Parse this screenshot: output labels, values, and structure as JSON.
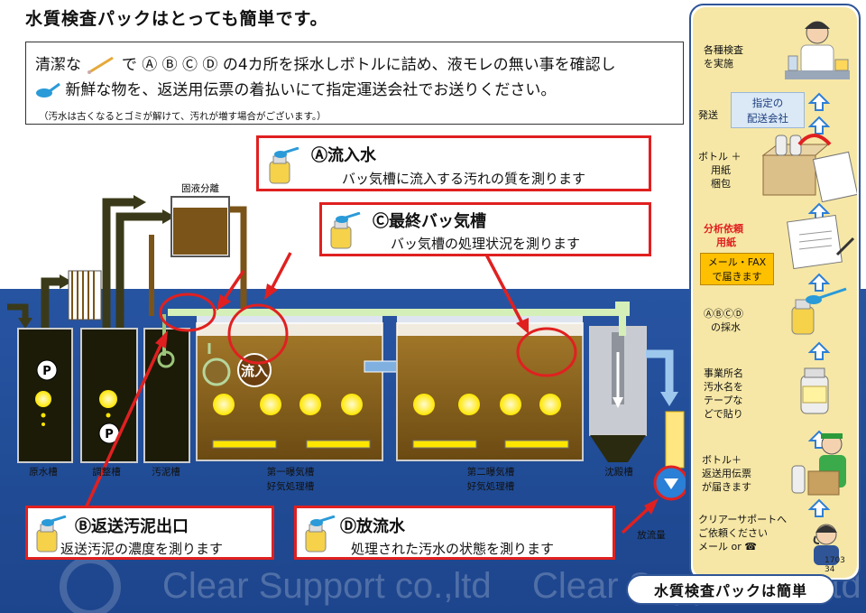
{
  "title": "水質検査パックはとっても簡単です。",
  "intro": {
    "line1_a": "清潔な",
    "line1_b": "で Ⓐ Ⓑ Ⓒ Ⓓ の4カ所を採水しボトルに詰め、液モレの無い事を確認し",
    "line2": "新鮮な物を、返送用伝票の着払いにて指定運送会社でお送りください。",
    "note": "（汚水は古くなるとゴミが解けて、汚れが増す場合がございます。）"
  },
  "callouts": {
    "a": {
      "title": "Ⓐ流入水",
      "desc": "バッ気槽に流入する汚れの質を測ります"
    },
    "c": {
      "title": "Ⓒ最終バッ気槽",
      "desc": "バッ気槽の処理状況を測ります"
    },
    "b": {
      "title": "Ⓑ返送汚泥出口",
      "desc": "返送汚泥の濃度を測ります"
    },
    "d": {
      "title": "Ⓓ放流水",
      "desc": "処理された汚水の状態を測ります"
    }
  },
  "plant": {
    "separator": "固液分離",
    "inflow": "流入",
    "pump": "P",
    "tanks": {
      "raw": "原水槽",
      "adjust": "調整槽",
      "sludge": "汚泥槽",
      "aer1_a": "第一曝気槽",
      "aer1_b": "好気処理槽",
      "aer2_a": "第二曝気槽",
      "aer2_b": "好気処理槽",
      "settle": "沈殿槽",
      "discharge": "放流量"
    }
  },
  "steps": {
    "s7_a": "各種検査",
    "s7_b": "を実施",
    "s6": "発送",
    "carrier_a": "指定の",
    "carrier_b": "配送会社",
    "s5_a": "ボトル ＋",
    "s5_b": "用紙",
    "s5_c": "梱包",
    "s4_a": "分析依頼",
    "s4_b": "用紙",
    "fax_a": "メール・FAX",
    "fax_b": "で届きます",
    "s3_a": "ⒶⒷⒸⒹ",
    "s3_b": "の採水",
    "s2_a": "事業所名",
    "s2_b": "汚水名を",
    "s2_c": "テープな",
    "s2_d": "どで貼り",
    "s1_a": "ボトル＋",
    "s1_b": "返送用伝票",
    "s1_c": "が届きます",
    "s0_a": "クリアーサポートへ",
    "s0_b": "ご依頼ください",
    "s0_c": "メール or ☎"
  },
  "watermark": "Clear Support co.,ltd",
  "page_num_a": "1703",
  "page_num_b": "34",
  "footer": "水質検査パックは簡単",
  "colors": {
    "accent_red": "#e02020",
    "navy": "#2f5597",
    "sludge": "#7a5418",
    "bubble": "#ffe600",
    "panel_bg": "#f6e7a6"
  }
}
